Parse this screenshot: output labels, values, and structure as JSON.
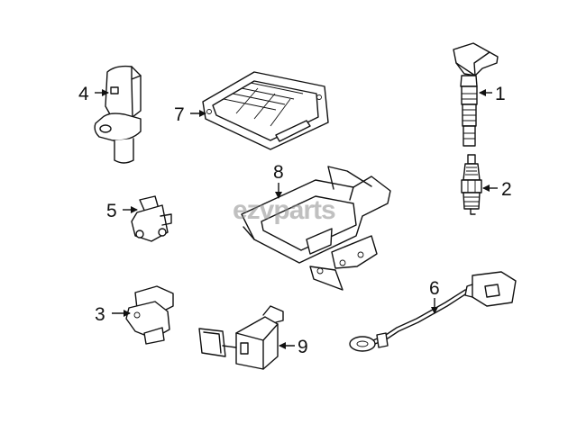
{
  "watermark": "ezvparts",
  "callouts": [
    {
      "id": "1",
      "label": "1"
    },
    {
      "id": "2",
      "label": "2"
    },
    {
      "id": "3",
      "label": "3"
    },
    {
      "id": "4",
      "label": "4"
    },
    {
      "id": "5",
      "label": "5"
    },
    {
      "id": "6",
      "label": "6"
    },
    {
      "id": "7",
      "label": "7"
    },
    {
      "id": "8",
      "label": "8"
    },
    {
      "id": "9",
      "label": "9"
    }
  ]
}
